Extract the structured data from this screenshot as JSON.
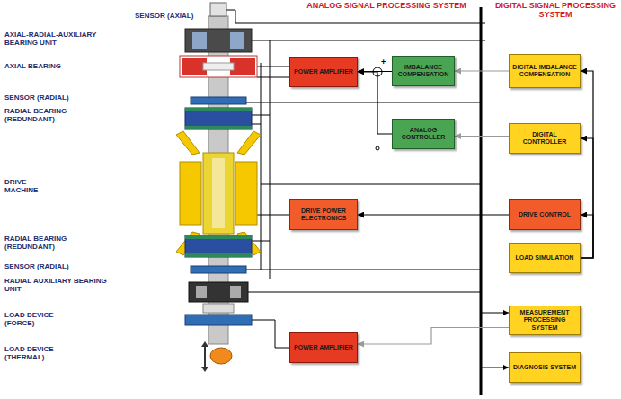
{
  "diagram": {
    "nodes": [
      {
        "text": [
          "POWER AMPLIFIER"
        ]
      },
      {
        "text": [
          "IMBALANCE COMPENSATION"
        ]
      },
      {
        "text": [
          "ANALOG CONTROLLER"
        ]
      },
      {
        "text": [
          "DIGITAL IMBALANCE COMPENSATION"
        ]
      },
      {
        "text": [
          "DIGITAL CONTROLLER"
        ]
      },
      {
        "text": [
          "DRIVE POWER ELECTRONICS"
        ]
      },
      {
        "text": [
          "DRIVE CONTROL"
        ]
      },
      {
        "text": [
          "LOAD SIMULATION"
        ]
      },
      {
        "text": [
          "POWER AMPLIFIER"
        ]
      },
      {
        "text": [
          "MEASUREMENT PROCESSING SYSTEM"
        ]
      },
      {
        "text": [
          "DIAGNOSIS SYSTEM"
        ]
      }
    ],
    "edges": [
      {
        "from": 1,
        "to": 0,
        "arrow": "to"
      },
      {
        "from": 2,
        "to": 0,
        "arrow": "to"
      },
      {
        "from": 3,
        "to": 1,
        "arrow": "to"
      },
      {
        "from": 4,
        "to": 2,
        "arrow": "to"
      },
      {
        "from": 6,
        "to": 5,
        "arrow": "to"
      },
      {
        "from": 7,
        "to": 3,
        "arrow": "to"
      },
      {
        "from": 7,
        "to": 4,
        "arrow": "to"
      },
      {
        "from": 7,
        "to": 6,
        "arrow": "to"
      },
      {
        "from": 9,
        "to": 8,
        "arrow": "to"
      }
    ],
    "labels": [
      "SENSOR (AXIAL)",
      "ANALOG SIGNAL PROCESSING SYSTEM",
      "DIGITAL SIGNAL PROCESSING SYSTEM",
      "AXIAL-RADIAL-AUXILIARY BEARING UNIT",
      "AXIAL BEARING",
      "SENSOR (RADIAL)",
      "RADIAL BEARING (REDUNDANT)",
      "DRIVE MACHINE",
      "RADIAL BEARING (REDUNDANT)",
      "SENSOR (RADIAL)",
      "RADIAL AUXILIARY BEARING UNIT",
      "LOAD DEVICE (FORCE)",
      "LOAD DEVICE (THERMAL)",
      "+"
    ]
  }
}
